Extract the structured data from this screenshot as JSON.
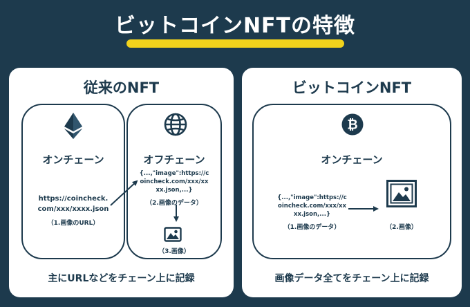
{
  "title": "ビットコインNFTの特徴",
  "left_panel": {
    "heading": "従来のNFT",
    "onchain_box": {
      "heading": "オンチェーン",
      "icon": "ethereum-icon",
      "url_line1": "https://coincheck.",
      "url_line2": "com/xxx/xxxx.json",
      "url_caption": "（1.画像のURL）"
    },
    "offchain_box": {
      "heading": "オフチェーン",
      "icon": "globe-icon",
      "code_line1": "{...,\"image\":https://c",
      "code_line2": "oincheck.com/xxx/xx",
      "code_line3": "xx.json,...}",
      "code_caption": "（2.画像のデータ）",
      "image_icon": "image-icon",
      "image_caption": "（3.画像）"
    },
    "footer": "主にURLなどをチェーン上に記録"
  },
  "right_panel": {
    "heading": "ビットコインNFT",
    "onchain_box": {
      "heading": "オンチェーン",
      "icon": "bitcoin-icon",
      "code_line1": "{...,\"image\":https://c",
      "code_line2": "oincheck.com/xxx/xx",
      "code_line3": "xx.json,...}",
      "code_caption": "（1.画像のデータ）",
      "image_icon": "framed-image-icon",
      "image_caption": "（2.画像）"
    },
    "footer": "画像データ全てをチェーン上に記録"
  },
  "colors": {
    "navy": "#1d3a4d",
    "yellow": "#f2d31c",
    "white": "#ffffff"
  }
}
